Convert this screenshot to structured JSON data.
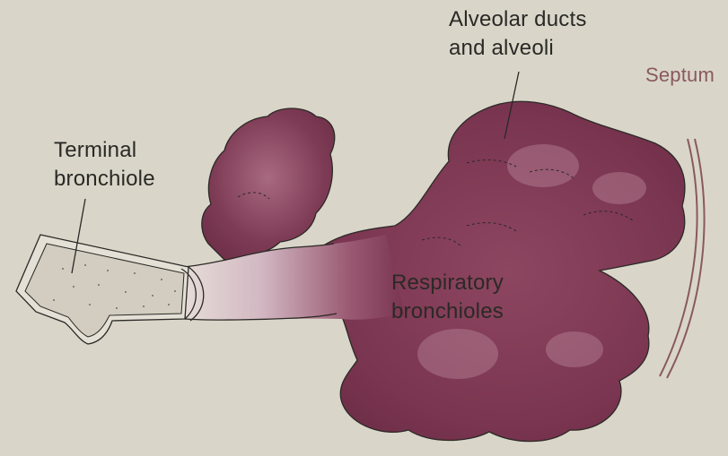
{
  "labels": {
    "alveolar": {
      "line1": "Alveolar ducts",
      "line2": "and alveoli"
    },
    "terminal": {
      "line1": "Terminal",
      "line2": "bronchiole"
    },
    "respiratory": {
      "line1": "Respiratory",
      "line2": "bronchioles"
    },
    "septum": "Septum"
  },
  "colors": {
    "background": "#d9d6c9",
    "tissue": "#7a3550",
    "tissue_light": "#c9aab5",
    "outline": "#2b2926",
    "septum": "#8a5860"
  }
}
